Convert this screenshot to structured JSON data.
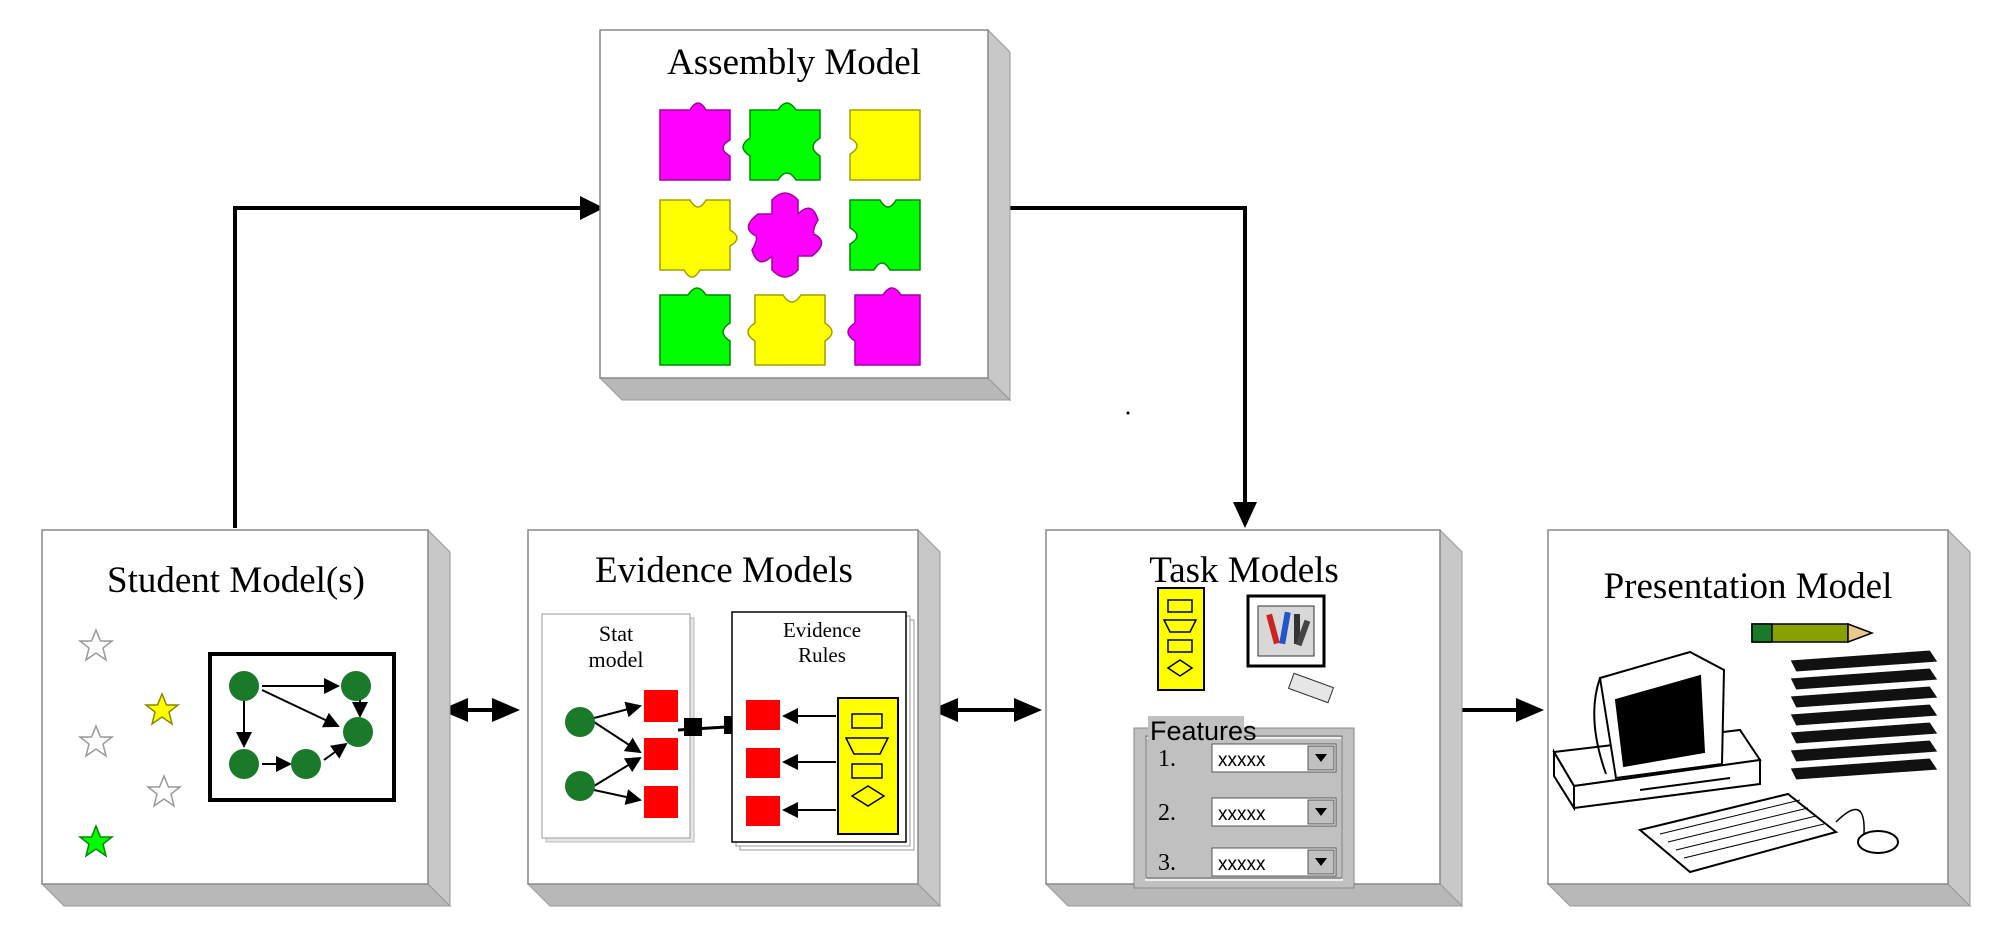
{
  "diagram": {
    "boxes": {
      "assembly": {
        "title": "Assembly Model"
      },
      "student": {
        "title": "Student Model(s)"
      },
      "evidence": {
        "title": "Evidence Models",
        "stat_model_label": [
          "Stat",
          "model"
        ],
        "evidence_rules_label": [
          "Evidence",
          "Rules"
        ]
      },
      "task": {
        "title": "Task Models",
        "features_label": "Features",
        "features": [
          {
            "number": "1.",
            "value": "xxxxx"
          },
          {
            "number": "2.",
            "value": "xxxxx"
          },
          {
            "number": "3.",
            "value": "xxxxx"
          }
        ]
      },
      "presentation": {
        "title": "Presentation Model"
      }
    },
    "colors": {
      "magenta": "#ff00ff",
      "green": "#00ff00",
      "yellow": "#ffff00",
      "node_green": "#1a7a2a",
      "red": "#ff0000",
      "box_shadow": "#c8c8c8",
      "panel_gray": "#c0c0c0"
    },
    "icons": [
      "puzzle-piece-icon",
      "star-icon",
      "flowchart-icon",
      "toolbox-icon",
      "computer-icon",
      "pencil-icon",
      "paper-stack-icon",
      "dropdown-arrow-icon"
    ]
  }
}
